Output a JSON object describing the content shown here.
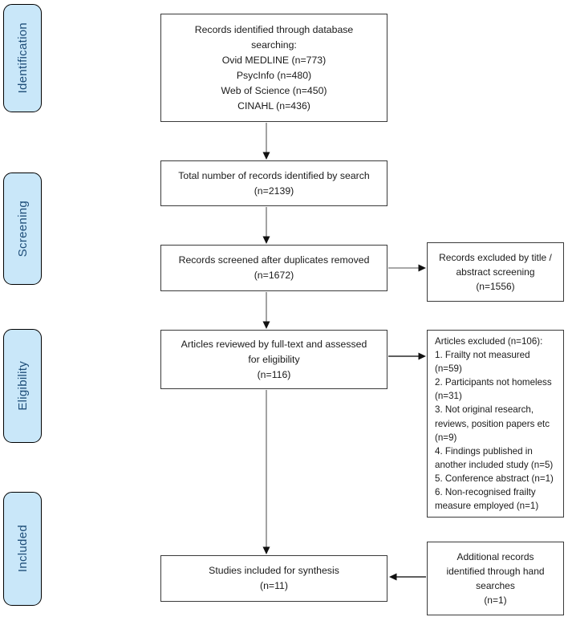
{
  "stages": [
    {
      "label": "Identification"
    },
    {
      "label": "Screening"
    },
    {
      "label": "Eligibility"
    },
    {
      "label": "Included"
    }
  ],
  "boxes": {
    "identified": {
      "lines": [
        "Records identified through database",
        "searching:",
        "Ovid MEDLINE (n=773)",
        "PsycInfo (n=480)",
        "Web of Science (n=450)",
        "CINAHL (n=436)"
      ]
    },
    "total": {
      "lines": [
        "Total number of records identified by search",
        "(n=2139)"
      ]
    },
    "screened": {
      "lines": [
        "Records screened after duplicates removed",
        "(n=1672)"
      ]
    },
    "excluded_screening": {
      "lines": [
        "Records excluded by title /",
        "abstract screening",
        "(n=1556)"
      ]
    },
    "fulltext": {
      "lines": [
        "Articles reviewed by full-text and assessed",
        "for eligibility",
        "(n=116)"
      ]
    },
    "excluded_fulltext": {
      "lines": [
        "Articles excluded (n=106):",
        "1. Frailty not measured",
        "(n=59)",
        "2. Participants not homeless",
        "(n=31)",
        "3. Not original research,",
        "reviews, position papers etc",
        "(n=9)",
        "4. Findings published in",
        "another included study (n=5)",
        "5. Conference abstract (n=1)",
        "6. Non-recognised frailty",
        "measure employed (n=1)"
      ]
    },
    "included": {
      "lines": [
        "Studies included for synthesis",
        "(n=11)"
      ]
    },
    "hand_searches": {
      "lines": [
        "Additional records",
        "identified through hand",
        "searches",
        "(n=1)"
      ]
    }
  },
  "colors": {
    "stage-fill": "#c9e7f9",
    "stage-border": "#000000",
    "stage-text": "#1f4e79",
    "box-border": "#3a3a3a",
    "box-fill": "#ffffff",
    "arrow-line": "#8c8c8c",
    "arrow-line-dark": "#2a2a2a",
    "arrow-head": "#111111"
  }
}
